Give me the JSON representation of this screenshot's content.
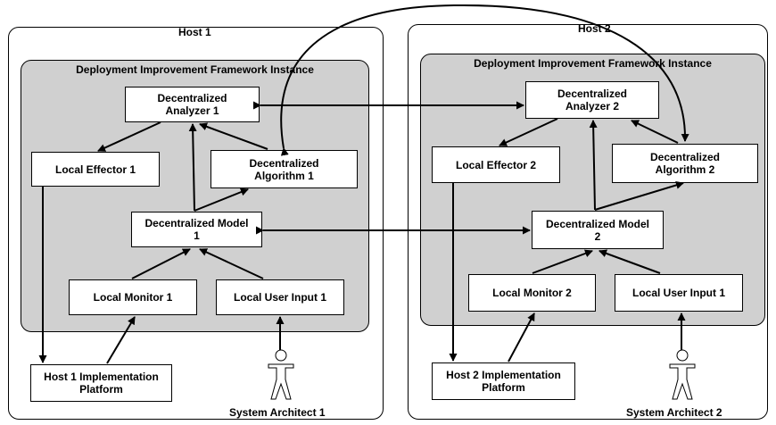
{
  "hosts": [
    {
      "label": "Host 1",
      "instance_label": "Deployment Improvement Framework Instance",
      "analyzer": "Decentralized\nAnalyzer 1",
      "effector": "Local Effector 1",
      "algorithm": "Decentralized\nAlgorithm 1",
      "model": "Decentralized Model\n1",
      "monitor": "Local Monitor 1",
      "user_input": "Local User Input 1",
      "platform": "Host 1 Implementation\nPlatform",
      "architect": "System Architect 1"
    },
    {
      "label": "Host 2",
      "instance_label": "Deployment Improvement Framework Instance",
      "analyzer": "Decentralized\nAnalyzer 2",
      "effector": "Local Effector 2",
      "algorithm": "Decentralized\nAlgorithm 2",
      "model": "Decentralized Model\n2",
      "monitor": "Local Monitor 2",
      "user_input": "Local User Input 1",
      "platform": "Host 2 Implementation\nPlatform",
      "architect": "System Architect 2"
    }
  ]
}
